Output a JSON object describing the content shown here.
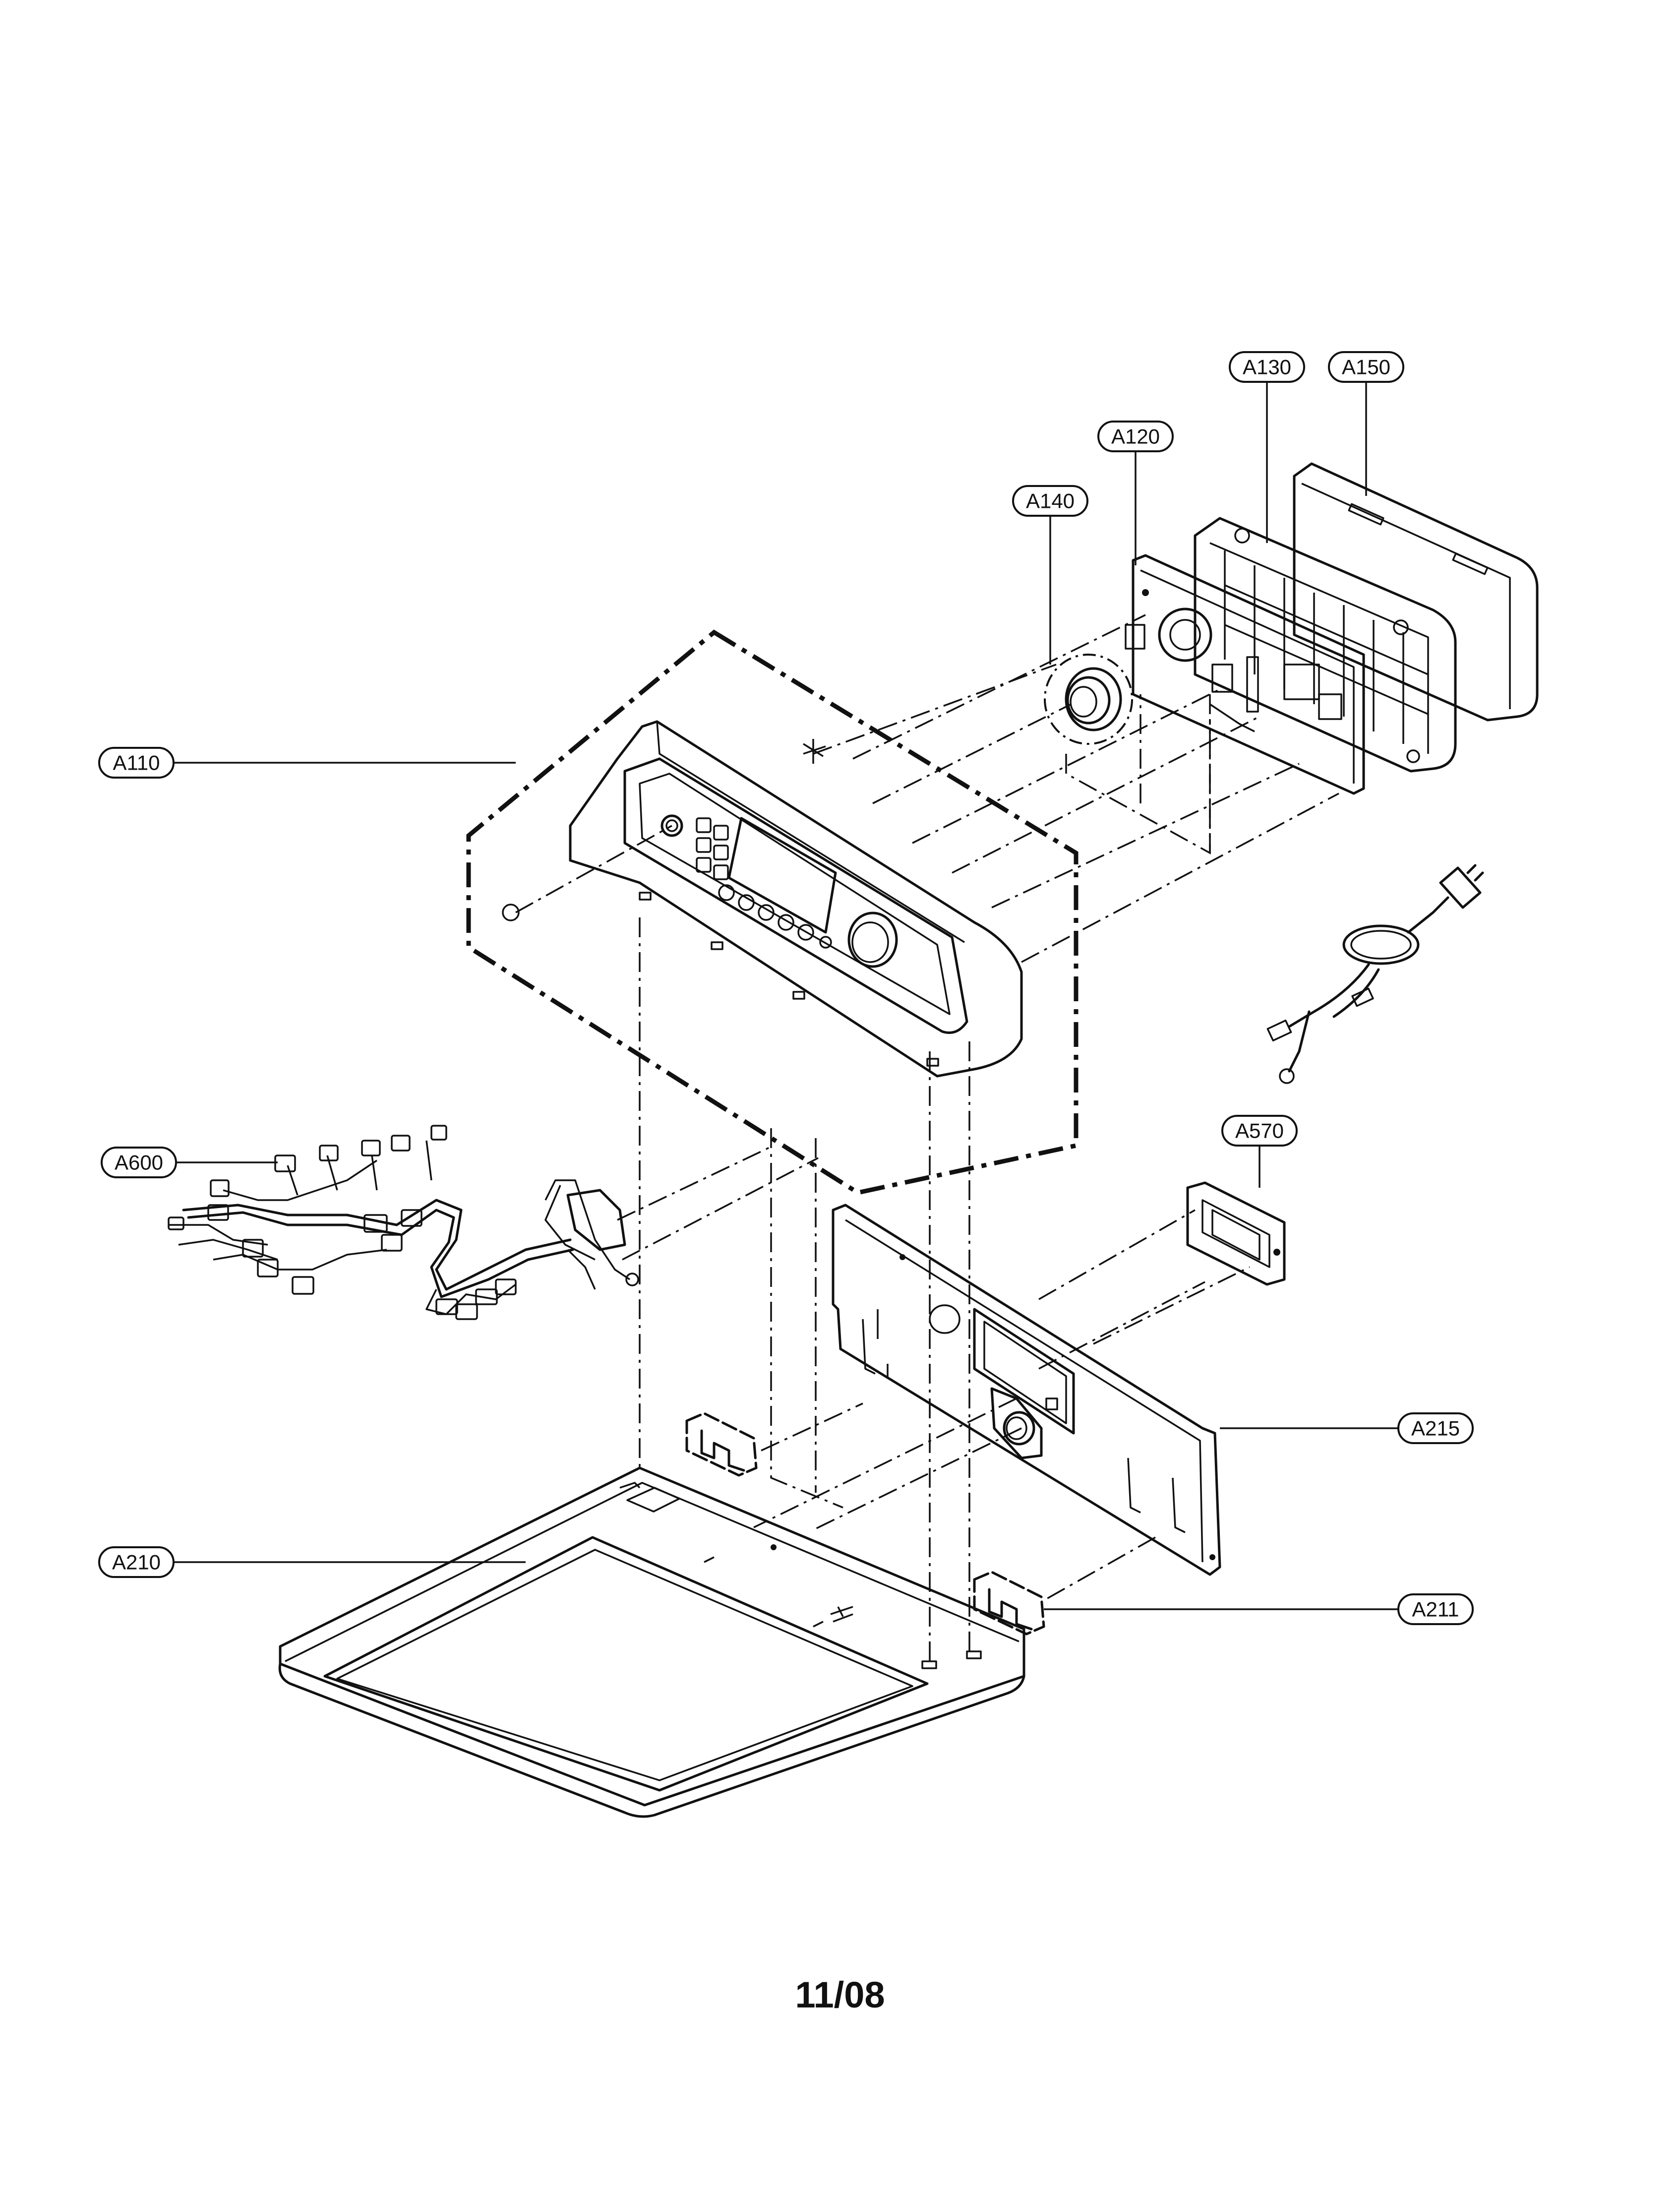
{
  "diagram": {
    "callouts": {
      "a110": "A110",
      "a120": "A120",
      "a130": "A130",
      "a140": "A140",
      "a150": "A150",
      "a210": "A210",
      "a211": "A211",
      "a215": "A215",
      "a570": "A570",
      "a600": "A600"
    }
  },
  "footer": {
    "date": "11/08"
  }
}
